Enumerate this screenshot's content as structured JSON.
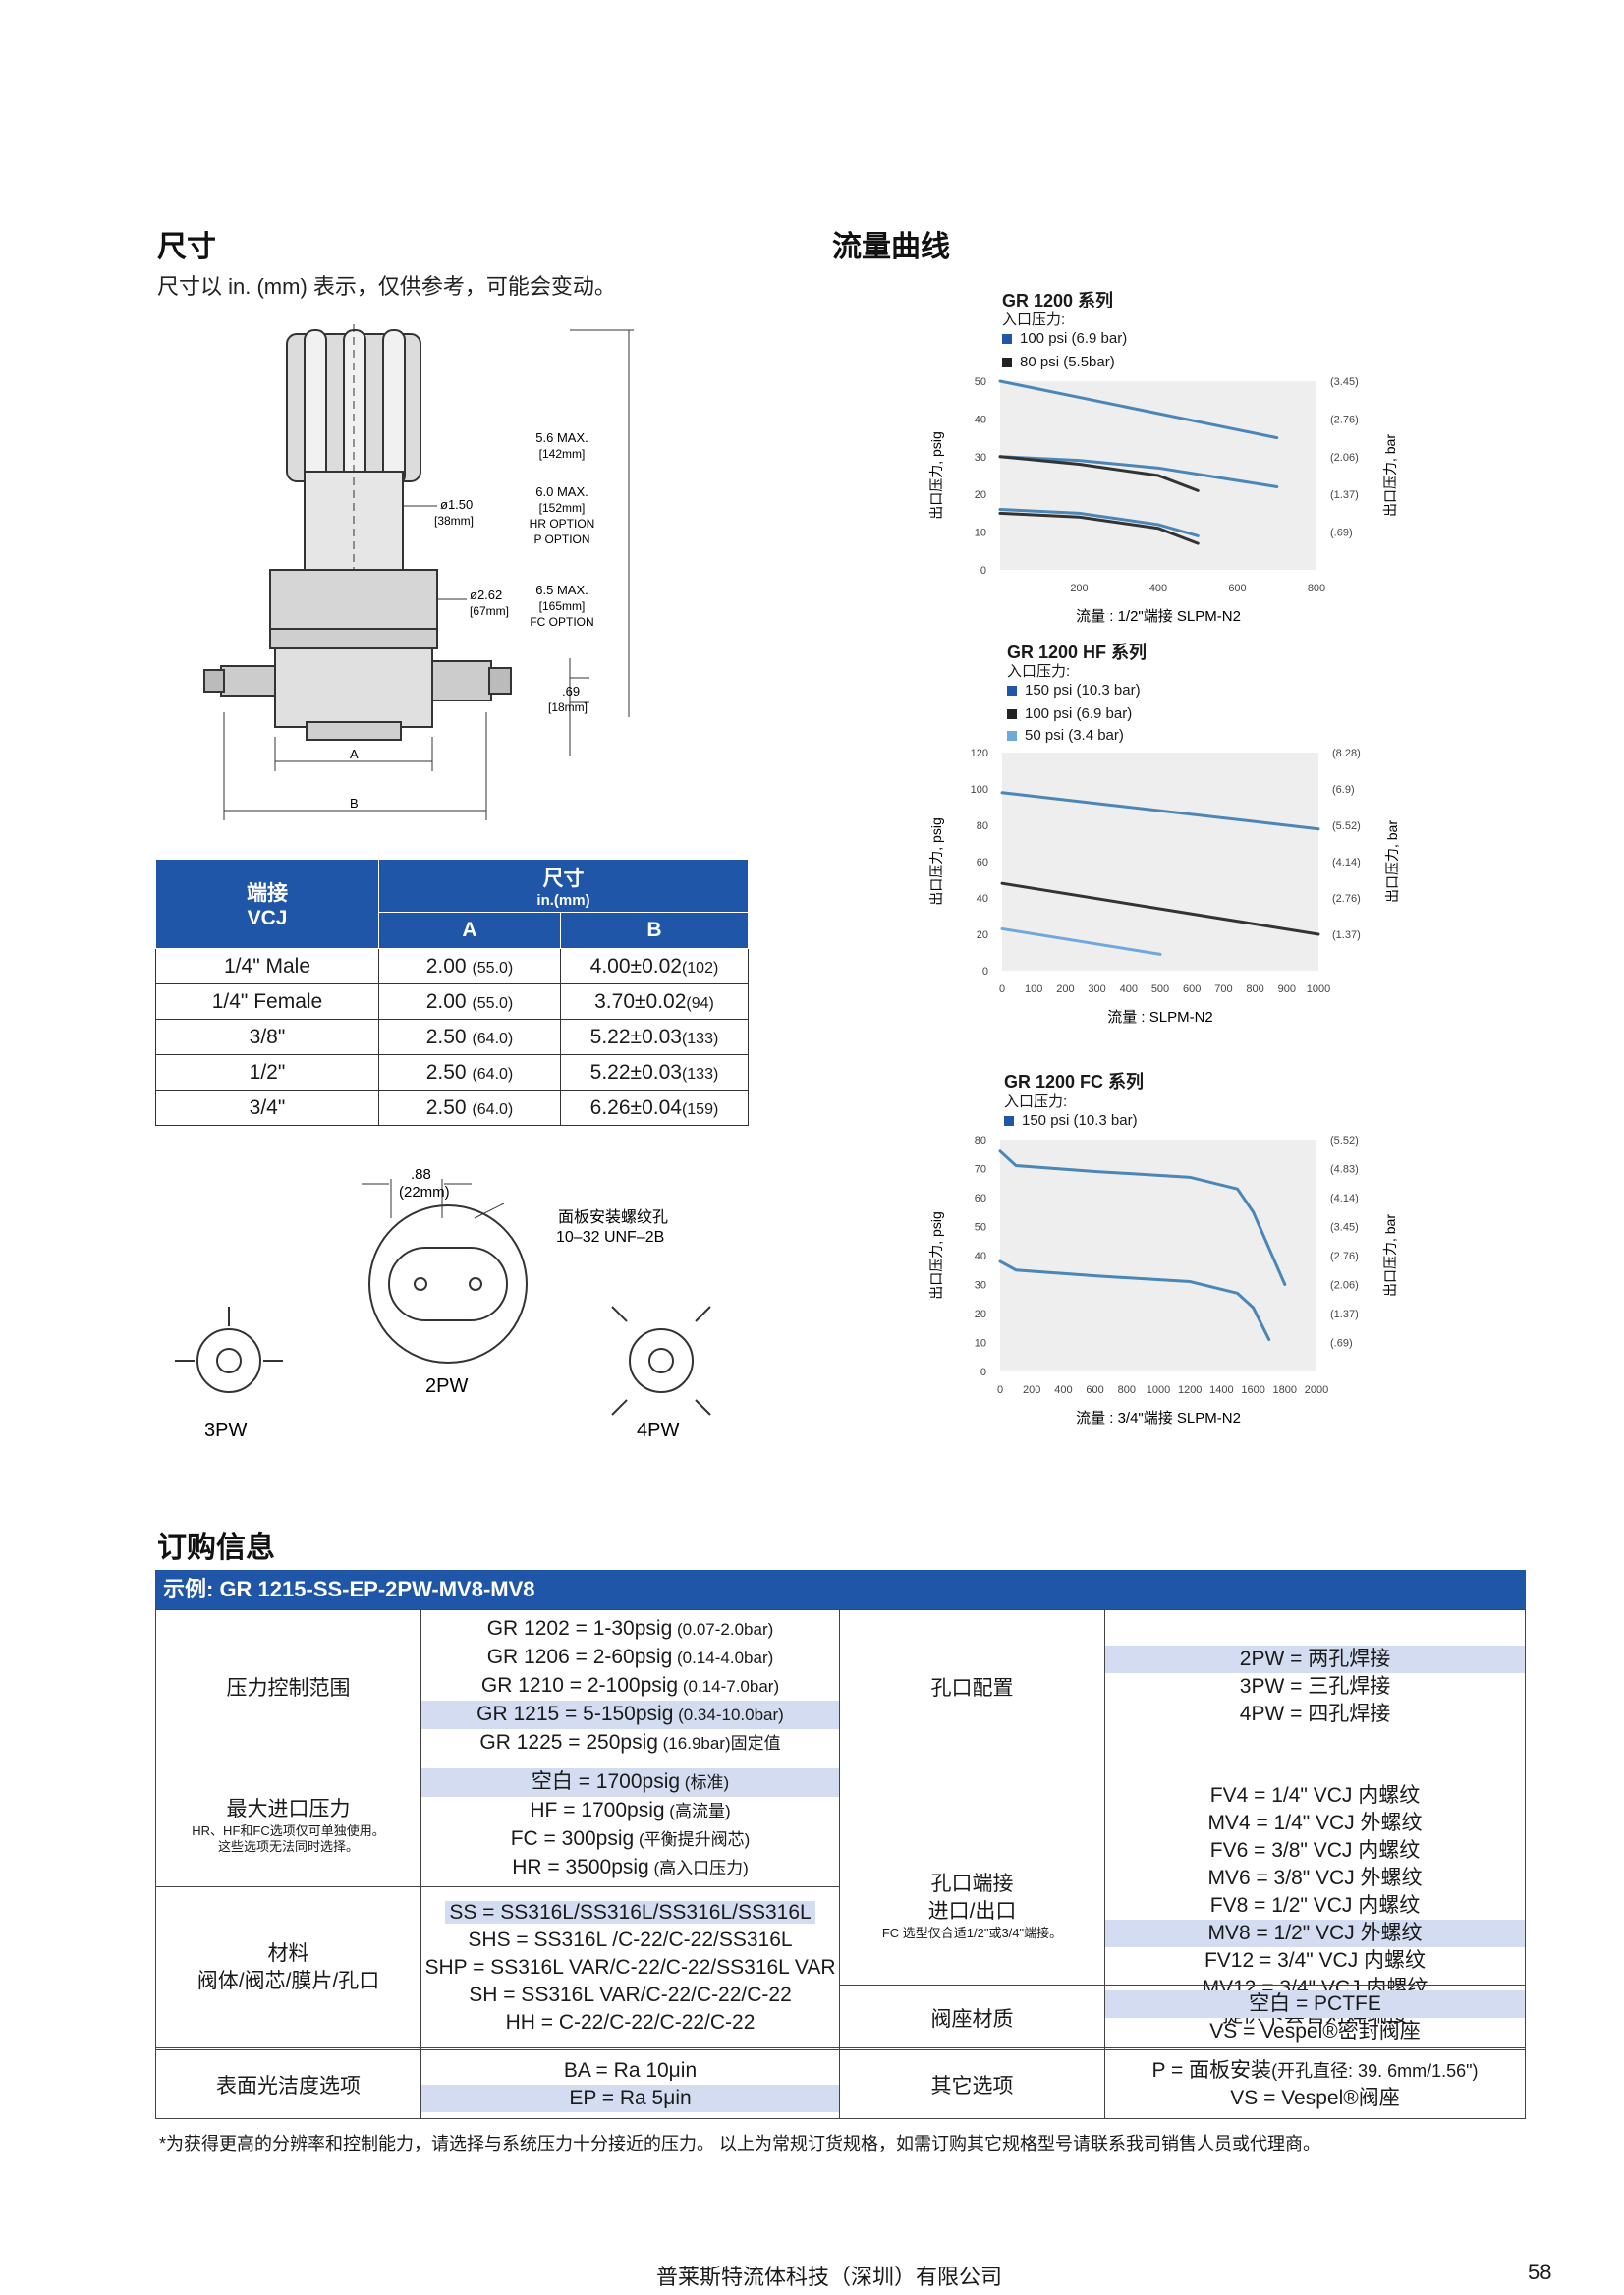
{
  "dimensions": {
    "heading": "尺寸",
    "subtitle": "尺寸以 in. (mm) 表示，仅供参考，可能会变动。",
    "drawing_labels": {
      "max56": "5.6 MAX.",
      "max56mm": "[142mm]",
      "max60": "6.0 MAX.",
      "max60mm": "[152mm]",
      "hr": "HR OPTION",
      "p": "P OPTION",
      "max65": "6.5 MAX.",
      "max65mm": "[165mm]",
      "fc": "FC OPTION",
      "d150": "ø1.50",
      "d150mm": "[38mm]",
      "d262": "ø2.62",
      "d262mm": "[67mm]",
      "d69": ".69",
      "d69mm": "[18mm]",
      "a": "A",
      "b": "B"
    },
    "table": {
      "col1": "端接",
      "col1b": "VCJ",
      "col2": "尺寸",
      "col2b": "in.(mm)",
      "colA": "A",
      "colB": "B",
      "rows": [
        {
          "conn": "1/4\" Male",
          "a": "2.00",
          "amm": "(55.0)",
          "b": "4.00±0.02",
          "bmm": "(102)"
        },
        {
          "conn": "1/4\" Female",
          "a": "2.00",
          "amm": "(55.0)",
          "b": "3.70±0.02",
          "bmm": "(94)"
        },
        {
          "conn": "3/8\"",
          "a": "2.50",
          "amm": "(64.0)",
          "b": "5.22±0.03",
          "bmm": "(133)"
        },
        {
          "conn": "1/2\"",
          "a": "2.50",
          "amm": "(64.0)",
          "b": "5.22±0.03",
          "bmm": "(133)"
        },
        {
          "conn": "3/4\"",
          "a": "2.50",
          "amm": "(64.0)",
          "b": "6.26±0.04",
          "bmm": "(159)"
        }
      ]
    },
    "ports": {
      "d88": ".88",
      "d88mm": "(22mm)",
      "panel": "面板安装螺纹孔",
      "thread": "10–32 UNF–2B",
      "p3": "3PW",
      "p2": "2PW",
      "p4": "4PW"
    }
  },
  "flow": {
    "heading": "流量曲线",
    "inlet_label": "入口压力:",
    "left_axis": "出口压力, psig",
    "right_axis": "出口压力, bar",
    "colors": {
      "blue": "#1f56a8",
      "dark": "#333333",
      "lightblue": "#6fa8dc",
      "curveblue": "#4a86b8",
      "plot_bg": "#eeeeee"
    }
  },
  "chart_data": [
    {
      "type": "line",
      "title": "GR 1200 系列",
      "legend": [
        "100 psi (6.9 bar)",
        "80 psi (5.5bar)"
      ],
      "xlabel": "流量 : 1/2\"端接 SLPM-N2",
      "ylabel": "出口压力, psig",
      "ylabel_right": "出口压力, bar",
      "xlim": [
        0,
        800
      ],
      "ylim": [
        0,
        50
      ],
      "xticks": [
        "200",
        "400",
        "600",
        "800"
      ],
      "yticks": [
        "0",
        "10",
        "20",
        "30",
        "40",
        "50"
      ],
      "yticks_right": [
        "(.69)",
        "(1.37)",
        "(2.06)",
        "(2.76)",
        "(3.45)"
      ],
      "series": [
        {
          "name": "100 psi (6.9 bar)",
          "color": "#4a86b8",
          "x": [
            0,
            700
          ],
          "y": [
            50,
            35
          ]
        },
        {
          "name": "100 psi (6.9 bar)",
          "color": "#4a86b8",
          "x": [
            0,
            200,
            400,
            700
          ],
          "y": [
            30,
            29,
            27,
            22
          ]
        },
        {
          "name": "80 psi (5.5bar)",
          "color": "#333333",
          "x": [
            0,
            200,
            400,
            500
          ],
          "y": [
            30,
            28,
            25,
            21
          ]
        },
        {
          "name": "100 psi (6.9 bar)",
          "color": "#4a86b8",
          "x": [
            0,
            200,
            400,
            500
          ],
          "y": [
            16,
            15,
            12,
            9
          ]
        },
        {
          "name": "80 psi (5.5bar)",
          "color": "#333333",
          "x": [
            0,
            200,
            400,
            500
          ],
          "y": [
            15,
            14,
            11,
            7
          ]
        }
      ]
    },
    {
      "type": "line",
      "title": "GR 1200 HF 系列",
      "legend": [
        "150 psi (10.3 bar)",
        "100 psi (6.9 bar)",
        "50 psi (3.4 bar)"
      ],
      "xlabel": "流量 : SLPM-N2",
      "ylabel": "出口压力, psig",
      "ylabel_right": "出口压力, bar",
      "xlim": [
        0,
        1000
      ],
      "ylim": [
        0,
        120
      ],
      "xticks": [
        "0",
        "100",
        "200",
        "300",
        "400",
        "500",
        "600",
        "700",
        "800",
        "900",
        "1000"
      ],
      "yticks": [
        "0",
        "20",
        "40",
        "60",
        "80",
        "100",
        "120"
      ],
      "yticks_right": [
        "(1.37)",
        "(2.76)",
        "(4.14)",
        "(5.52)",
        "(6.9)",
        "(8.28)"
      ],
      "series": [
        {
          "name": "150 psi (10.3 bar)",
          "color": "#4a86b8",
          "x": [
            0,
            1000
          ],
          "y": [
            98,
            78
          ]
        },
        {
          "name": "100 psi (6.9 bar)",
          "color": "#333333",
          "x": [
            0,
            1000
          ],
          "y": [
            48,
            20
          ]
        },
        {
          "name": "50 psi (3.4 bar)",
          "color": "#6fa8dc",
          "x": [
            0,
            500
          ],
          "y": [
            23,
            9
          ]
        }
      ]
    },
    {
      "type": "line",
      "title": "GR 1200 FC 系列",
      "legend": [
        "150 psi (10.3 bar)"
      ],
      "xlabel": "流量 : 3/4\"端接 SLPM-N2",
      "ylabel": "出口压力, psig",
      "ylabel_right": "出口压力, bar",
      "xlim": [
        0,
        2000
      ],
      "ylim": [
        0,
        80
      ],
      "xticks": [
        "0",
        "200",
        "400",
        "600",
        "800",
        "1000",
        "1200",
        "1400",
        "1600",
        "1800",
        "2000"
      ],
      "yticks": [
        "0",
        "10",
        "20",
        "30",
        "40",
        "50",
        "60",
        "70",
        "80"
      ],
      "yticks_right": [
        "(.69)",
        "(1.37)",
        "(2.06)",
        "(2.76)",
        "(3.45)",
        "(4.14)",
        "(4.83)",
        "(5.52)"
      ],
      "series": [
        {
          "name": "150 psi (10.3 bar)",
          "color": "#4a86b8",
          "x": [
            0,
            100,
            600,
            1200,
            1500,
            1600,
            1800
          ],
          "y": [
            76,
            71,
            69,
            67,
            63,
            55,
            30
          ]
        },
        {
          "name": "150 psi (10.3 bar)",
          "color": "#4a86b8",
          "x": [
            0,
            100,
            600,
            1200,
            1500,
            1600,
            1700
          ],
          "y": [
            38,
            35,
            33,
            31,
            27,
            22,
            11
          ]
        }
      ]
    }
  ],
  "order": {
    "heading": "订购信息",
    "example": "示例: GR 1215-SS-EP-2PW-MV8-MV8",
    "pressure_label": "压力控制范围",
    "pressure": [
      {
        "main": "GR  1202 =  1-30psig",
        "sub": " (0.07-2.0bar)",
        "hl": false
      },
      {
        "main": "GR  1206 =  2-60psig",
        "sub": " (0.14-4.0bar)",
        "hl": false
      },
      {
        "main": "GR  1210 = 2-100psig",
        "sub": " (0.14-7.0bar)",
        "hl": false
      },
      {
        "main": "GR  1215 = 5-150psig",
        "sub": " (0.34-10.0bar)",
        "hl": true
      },
      {
        "main": "GR  1225 = 250psig",
        "sub": " (16.9bar)固定值",
        "hl": false
      }
    ],
    "inlet_label": "最大进口压力",
    "inlet_note1": "HR、HF和FC选项仅可单独使用。",
    "inlet_note2": "这些选项无法同时选择。",
    "inlet": [
      {
        "main": "空白 =  1700psig",
        "sub": " (标准)",
        "hl": true
      },
      {
        "main": "HF =  1700psig",
        "sub": " (高流量)",
        "hl": false
      },
      {
        "main": "FC = 300psig",
        "sub": " (平衡提升阀芯)",
        "hl": false
      },
      {
        "main": "HR =  3500psig",
        "sub": " (高入口压力)",
        "hl": false
      }
    ],
    "material_label1": "材料",
    "material_label2": "阀体/阀芯/膜片/孔口",
    "material": [
      {
        "main": "SS = SS316L/SS316L/SS316L/SS316L",
        "hl": true
      },
      {
        "main": "SHS = SS316L /C-22/C-22/SS316L",
        "hl": false
      },
      {
        "main": "SHP = SS316L VAR/C-22/C-22/SS316L VAR",
        "hl": false
      },
      {
        "main": "SH = SS316L VAR/C-22/C-22/C-22",
        "hl": false
      },
      {
        "main": "HH = C-22/C-22/C-22/C-22",
        "hl": false
      }
    ],
    "finish_label": "表面光洁度选项",
    "finish": [
      {
        "main": "BA = Ra 10μin",
        "hl": false
      },
      {
        "main": "EP = Ra 5μin",
        "hl": true
      }
    ],
    "port_cfg_label": "孔口配置",
    "port_cfg": [
      {
        "main": "2PW = 两孔焊接",
        "hl": true
      },
      {
        "main": "3PW = 三孔焊接",
        "hl": false
      },
      {
        "main": "4PW = 四孔焊接",
        "hl": false
      }
    ],
    "port_end_label1": "孔口端接",
    "port_end_label2": "进口/出口",
    "port_end_note": "FC 选型仅合适1/2\"或3/4\"端接。",
    "port_end": [
      {
        "main": "FV4 =  1/4\" VCJ 内螺纹",
        "hl": false
      },
      {
        "main": "MV4 =  1/4\" VCJ 外螺纹",
        "hl": false
      },
      {
        "main": "FV6 = 3/8\" VCJ 内螺纹",
        "hl": false
      },
      {
        "main": "MV6 = 3/8\" VCJ 外螺纹",
        "hl": false
      },
      {
        "main": "FV8 = 1/2\" VCJ 内螺纹",
        "hl": false
      },
      {
        "main": "MV8 = 1/2\" VCJ 外螺纹",
        "hl": true
      },
      {
        "main": "FV12 = 3/4\" VCJ 内螺纹",
        "hl": false
      },
      {
        "main": "MV12 = 3/4\" VCJ 内螺纹",
        "hl": false
      },
      {
        "main": "提供卡套管对焊端接",
        "hl": false
      }
    ],
    "seat_label": "阀座材质",
    "seat": [
      {
        "main": "空白 = PCTFE",
        "hl": true
      },
      {
        "main": "VS = Vespel®密封阀座",
        "hl": false
      }
    ],
    "other_label": "其它选项",
    "other": [
      {
        "main": "P = 面板安装",
        "sub": "(开孔直径: 39. 6mm/1.56\")",
        "hl": false
      },
      {
        "main": "VS = Vespel®阀座",
        "hl": false
      }
    ],
    "footnote": "*为获得更高的分辨率和控制能力，请选择与系统压力十分接近的压力。   以上为常规订货规格，如需订购其它规格型号请联系我司销售人员或代理商。"
  },
  "footer": {
    "company": "普莱斯特流体科技（深圳）有限公司",
    "page": "58"
  }
}
